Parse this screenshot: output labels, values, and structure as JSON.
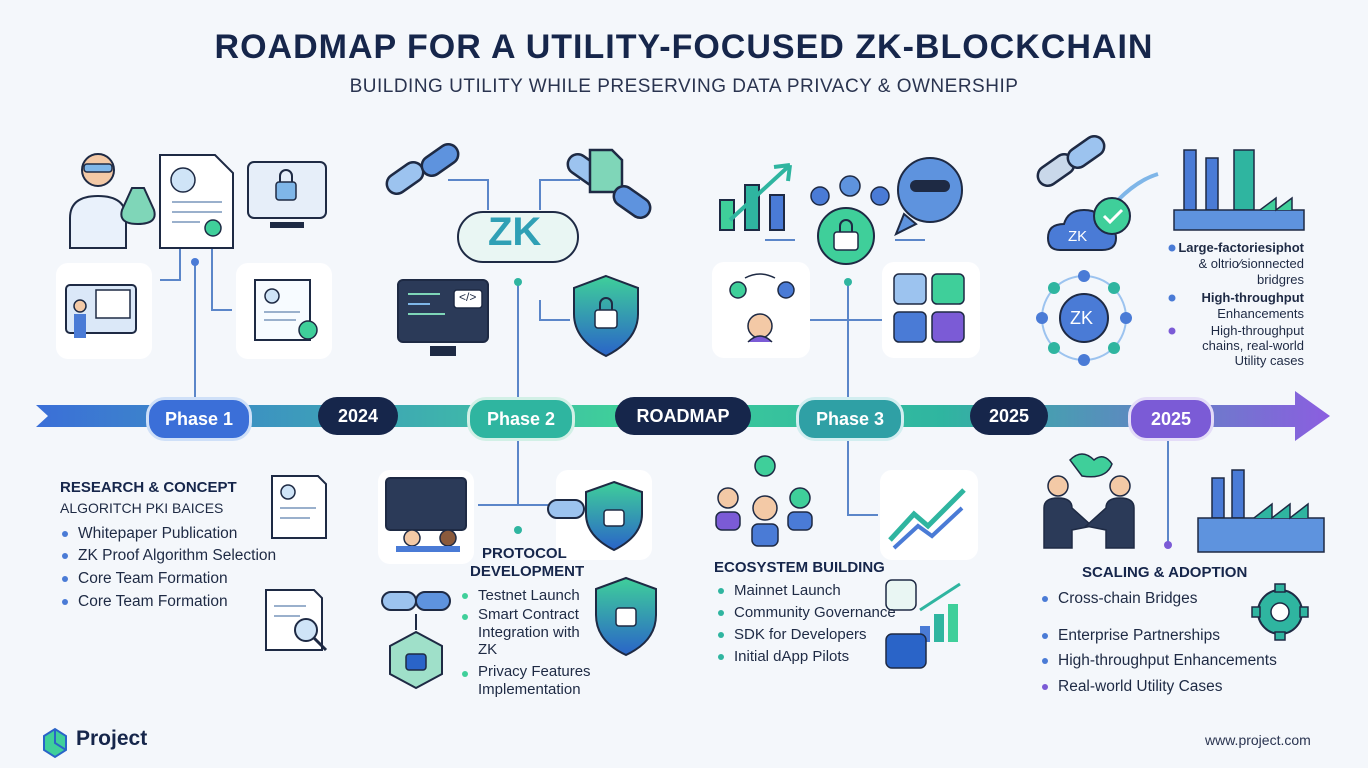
{
  "title": "ROADMAP FOR A UTILITY-FOCUSED ZK-BLOCKCHAIN",
  "subtitle": "BUILDING UTILITY WHILE PRESERVING DATA PRIVACY & OWNERSHIP",
  "timeline": {
    "markers": [
      "Phase 1",
      "2024",
      "Phase 2",
      "ROADMAP",
      "Phase 3",
      "2025",
      "2025"
    ]
  },
  "icons": {
    "zk_label": "ZK",
    "code_tag": "</>"
  },
  "phase1": {
    "heading": "RESEARCH & CONCEPT",
    "subheading": "ALGORITCH PKI BAICES",
    "items": [
      "Whitepaper Publication",
      "ZK Proof Algorithm Selection",
      "Core Team Formation",
      "Core Team Formation"
    ]
  },
  "phase2": {
    "heading_line1": "PROTOCOL",
    "heading_line2": "DEVELOPMENT",
    "items": [
      {
        "lines": [
          "Testnet Launch"
        ]
      },
      {
        "lines": [
          "Smart Contract",
          "Integration with",
          "ZK"
        ]
      },
      {
        "lines": [
          "Privacy Features",
          "Implementation"
        ]
      }
    ]
  },
  "phase3": {
    "heading": "ECOSYSTEM BUILDING",
    "items": [
      "Mainnet Launch",
      "Community Governance",
      "SDK for Developers",
      "Initial dApp Pilots"
    ]
  },
  "phase4": {
    "heading": "SCALING & ADOPTION",
    "items": [
      "Cross-chain Bridges",
      "Enterprise Partnerships",
      "High-throughput Enhancements",
      "Real-world Utility Cases"
    ],
    "top_items": [
      {
        "lines": [
          "Large-factoriesiphot",
          "& oltrio⁄sionnected",
          "bridgres"
        ]
      },
      {
        "lines": [
          "High-throughput",
          "Enhancements"
        ]
      },
      {
        "lines": [
          "High-throughput",
          "chains, real-world",
          "Utility cases"
        ]
      }
    ]
  },
  "footer": {
    "brand": "Project",
    "url": "www.project.com"
  },
  "colors": {
    "navy": "#16264b",
    "blue": "#4a7bd6",
    "teal": "#2fb5a0",
    "green": "#3cc48e",
    "purple": "#7b5bd6"
  }
}
